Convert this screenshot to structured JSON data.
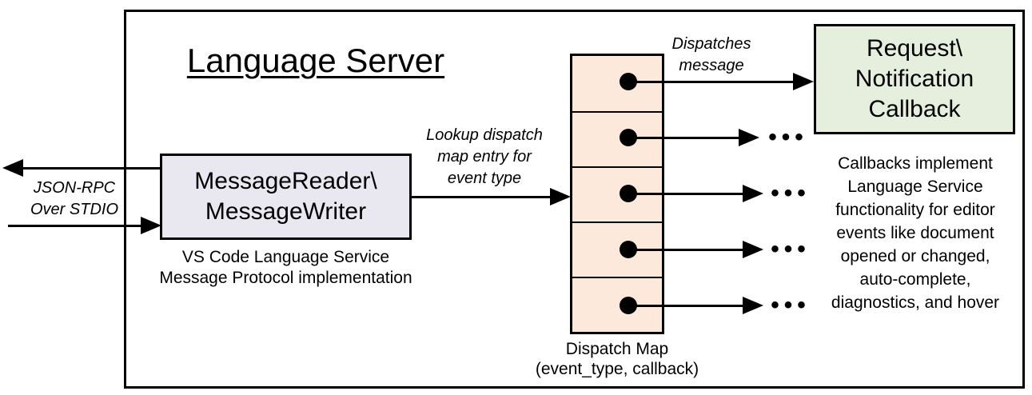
{
  "title": "Language Server",
  "io": {
    "lines": [
      "JSON-RPC",
      "Over STDIO"
    ]
  },
  "message_box": {
    "lines": [
      "MessageReader\\",
      "MessageWriter"
    ],
    "caption": [
      "VS Code Language Service",
      "Message Protocol implementation"
    ]
  },
  "lookup_label": {
    "lines": [
      "Lookup dispatch",
      "map entry for",
      "event type"
    ]
  },
  "dispatches_label": {
    "lines": [
      "Dispatches",
      "message"
    ]
  },
  "dispatch_map": {
    "cell_count": 5,
    "caption": [
      "Dispatch Map",
      "(event_type, callback)"
    ],
    "ellipsis": "•••"
  },
  "callback_box": {
    "lines": [
      "Request\\",
      "Notification",
      "Callback"
    ]
  },
  "callback_note": {
    "lines": [
      "Callbacks implement",
      "Language Service",
      "functionality for editor",
      "events like document",
      "opened or changed,",
      "auto-complete,",
      "diagnostics, and hover"
    ]
  },
  "colors": {
    "message_box_fill": "#e9e8f1",
    "dispatch_cell_fill": "#fce9db",
    "callback_box_fill": "#e6efde",
    "line": "#000000"
  }
}
